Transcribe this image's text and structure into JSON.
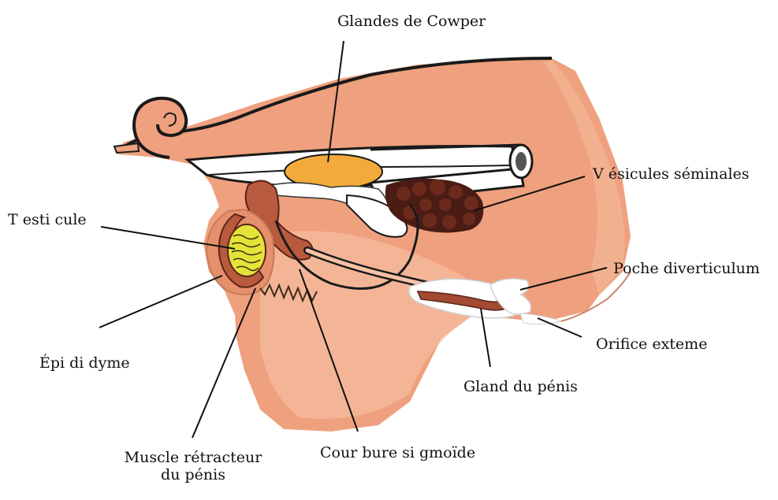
{
  "labels": {
    "cowper": "Glandes de Cowper",
    "vesicules": "V ésicules séminales",
    "testicule": "T esti cule",
    "poche": "Poche diverticulum",
    "orifice": "Orifice exteme",
    "epididyme": "Épi di dyme",
    "gland": "Gland du pénis",
    "courbure": "Cour bure si gmoïde",
    "muscle_line1": "Muscle rétracteur",
    "muscle_line2": "du pénis"
  },
  "colors": {
    "body_skin": "#efa07e",
    "body_light": "#f6c3a6",
    "vesicles": "#4a1c14",
    "cowper_gland": "#f2ab3a",
    "testis": "#e4e33a",
    "epididymis": "#b85a3e",
    "penis": "#a34a33",
    "prepuce_white": "#ffffff",
    "leader_line": "#111111"
  },
  "icons": {
    "lumen": "tube-opening-icon"
  }
}
